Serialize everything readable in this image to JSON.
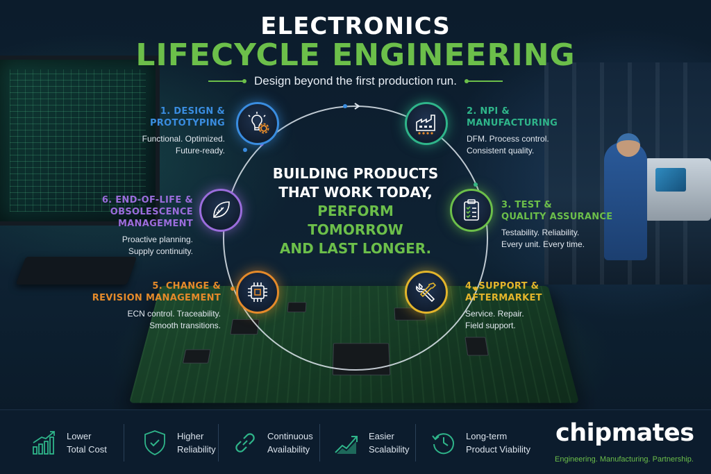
{
  "header": {
    "title_line1": "ELECTRONICS",
    "title_line2": "LIFECYCLE ENGINEERING",
    "tagline": "Design beyond the first production run."
  },
  "colors": {
    "green": "#6cbf4a",
    "blue": "#3a8de0",
    "teal": "#2fb58a",
    "purple": "#9b6ddc",
    "orange": "#e58a2a",
    "yellow": "#e3b52b",
    "background": "#0b1a2a"
  },
  "center": {
    "line1": "BUILDING PRODUCTS",
    "line2": "THAT WORK TODAY,",
    "line3": "PERFORM TOMORROW",
    "line4": "AND LAST LONGER."
  },
  "steps": [
    {
      "title_a": "1. DESIGN &",
      "title_b": "PROTOTYPING",
      "desc_a": "Functional. Optimized.",
      "desc_b": "Future-ready.",
      "icon": "lightbulb-gear-icon"
    },
    {
      "title_a": "2. NPI &",
      "title_b": "MANUFACTURING",
      "desc_a": "DFM. Process control.",
      "desc_b": "Consistent quality.",
      "icon": "factory-icon"
    },
    {
      "title_a": "3. TEST &",
      "title_b": "QUALITY ASSURANCE",
      "desc_a": "Testability. Reliability.",
      "desc_b": "Every unit. Every time.",
      "icon": "clipboard-check-icon"
    },
    {
      "title_a": "4. SUPPORT &",
      "title_b": "AFTERMARKET",
      "desc_a": "Service. Repair.",
      "desc_b": "Field support.",
      "icon": "wrench-screwdriver-icon"
    },
    {
      "title_a": "5. CHANGE &",
      "title_b": "REVISION MANAGEMENT",
      "desc_a": "ECN control. Traceability.",
      "desc_b": "Smooth transitions.",
      "icon": "chip-icon"
    },
    {
      "title_a": "6. END-OF-LIFE &",
      "title_b": "OBSOLESCENCE",
      "title_c": "MANAGEMENT",
      "desc_a": "Proactive planning.",
      "desc_b": "Supply continuity.",
      "icon": "leaf-icon"
    }
  ],
  "benefits": [
    {
      "line1": "Lower",
      "line2": "Total Cost",
      "icon": "bar-chart-up-icon"
    },
    {
      "line1": "Higher",
      "line2": "Reliability",
      "icon": "shield-check-icon"
    },
    {
      "line1": "Continuous",
      "line2": "Availability",
      "icon": "chain-link-icon"
    },
    {
      "line1": "Easier",
      "line2": "Scalability",
      "icon": "growth-chart-icon"
    },
    {
      "line1": "Long-term",
      "line2": "Product Viability",
      "icon": "clock-cycle-icon"
    }
  ],
  "brand": {
    "name": "chipmates",
    "tagline": "Engineering. Manufacturing. Partnership."
  }
}
